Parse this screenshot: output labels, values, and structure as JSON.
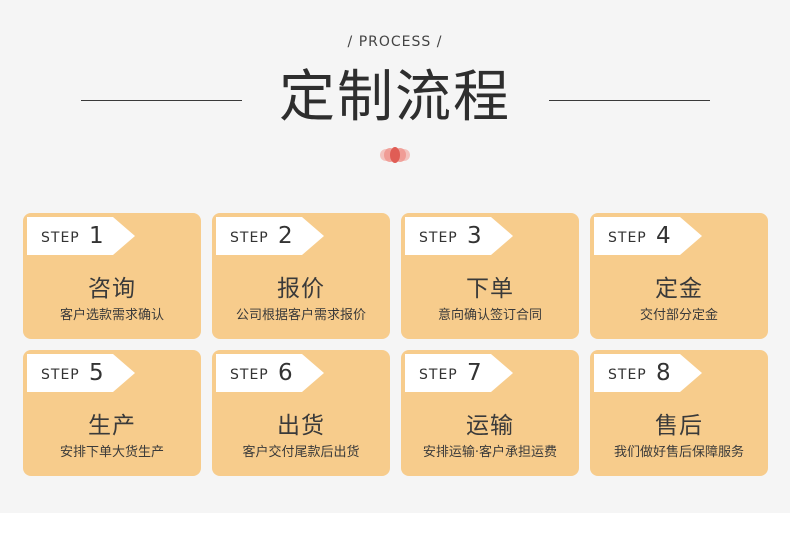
{
  "header": {
    "subtitle": "/ PROCESS /",
    "title": "定制流程"
  },
  "steps": [
    {
      "step_label": "STEP",
      "number": "1",
      "title": "咨询",
      "desc": "客户选款需求确认"
    },
    {
      "step_label": "STEP",
      "number": "2",
      "title": "报价",
      "desc": "公司根据客户需求报价"
    },
    {
      "step_label": "STEP",
      "number": "3",
      "title": "下单",
      "desc": "意向确认签订合同"
    },
    {
      "step_label": "STEP",
      "number": "4",
      "title": "定金",
      "desc": "交付部分定金"
    },
    {
      "step_label": "STEP",
      "number": "5",
      "title": "生产",
      "desc": "安排下单大货生产"
    },
    {
      "step_label": "STEP",
      "number": "6",
      "title": "出货",
      "desc": "客户交付尾款后出货"
    },
    {
      "step_label": "STEP",
      "number": "7",
      "title": "运输",
      "desc": "安排运输·客户承担运费"
    },
    {
      "step_label": "STEP",
      "number": "8",
      "title": "售后",
      "desc": "我们做好售后保障服务"
    }
  ],
  "colors": {
    "card_bg": "#f7cc8c",
    "accent_dot": "#e8706a",
    "background": "#f5f5f5"
  }
}
